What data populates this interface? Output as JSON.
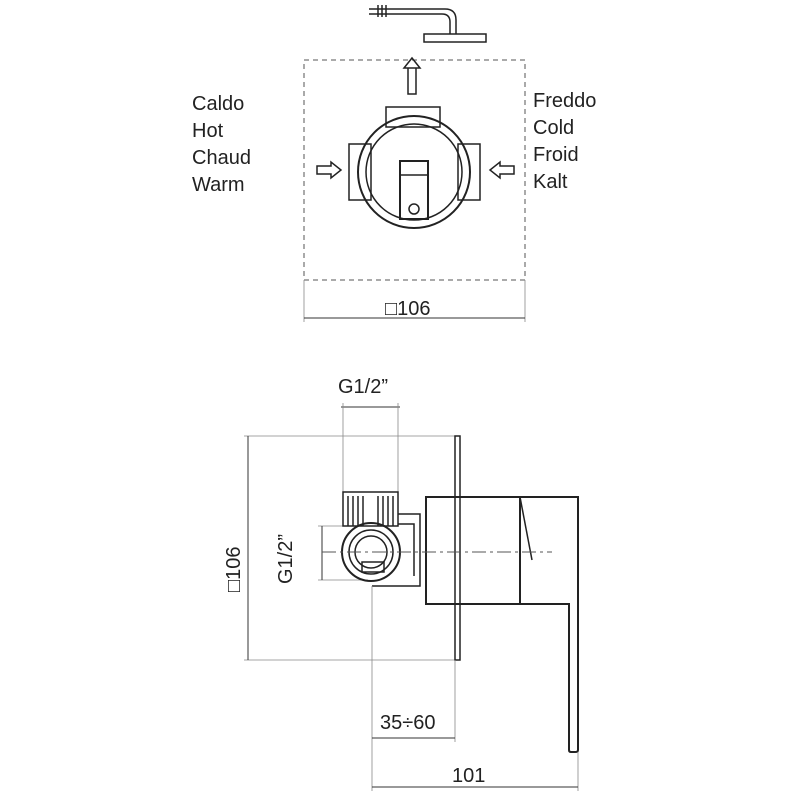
{
  "hot_labels": [
    "Caldo",
    "Hot",
    "Chaud",
    "Warm"
  ],
  "cold_labels": [
    "Freddo",
    "Cold",
    "Froid",
    "Kalt"
  ],
  "dimensions": {
    "plate_top": "□106",
    "plate_side": "□106",
    "thread_top": "G1/2”",
    "thread_side": "G1/2”",
    "depth_range": "35÷60",
    "overall_depth": "101"
  }
}
